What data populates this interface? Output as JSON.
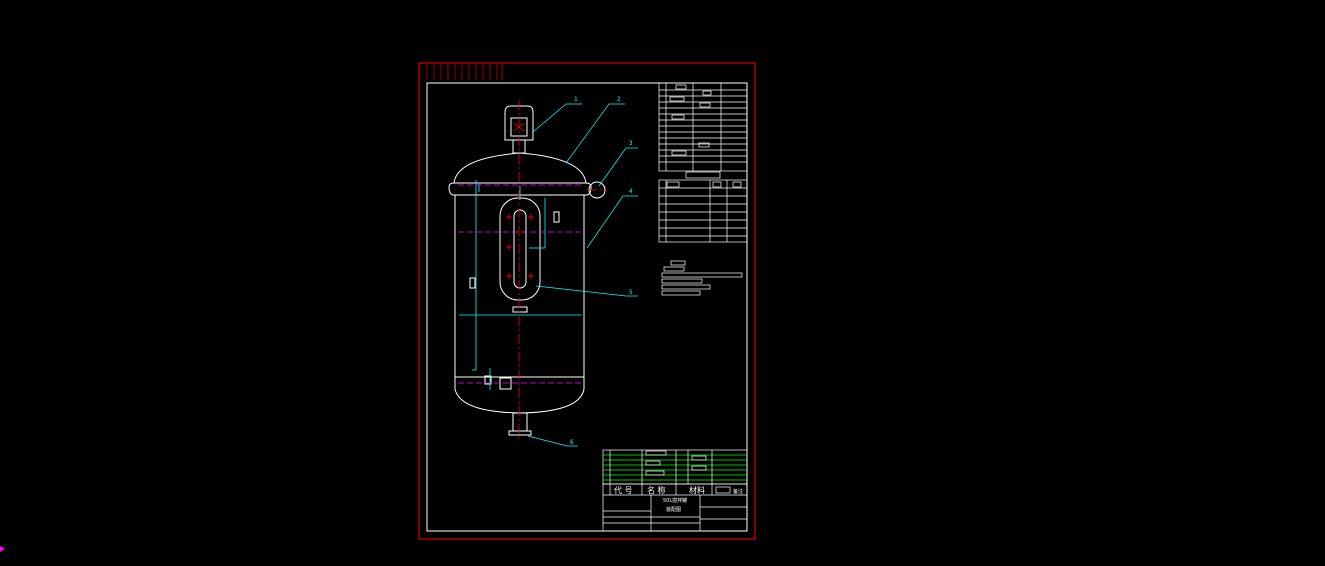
{
  "drawing": {
    "callouts": [
      "1",
      "2",
      "3",
      "4",
      "5",
      "6"
    ],
    "title_block": {
      "col_code": "代 号",
      "col_name": "名 称",
      "col_material": "材料",
      "col_remark": "备注",
      "title_line1": "50L搅拌罐",
      "title_line2": "装配图"
    }
  },
  "colors": {
    "background": "#000000",
    "border": "#ff0000",
    "frame": "#ffffff",
    "leader": "#00ffff",
    "centerline": "#ff0000",
    "hidden_line": "#ff00ff",
    "table_green": "#00ff00"
  }
}
